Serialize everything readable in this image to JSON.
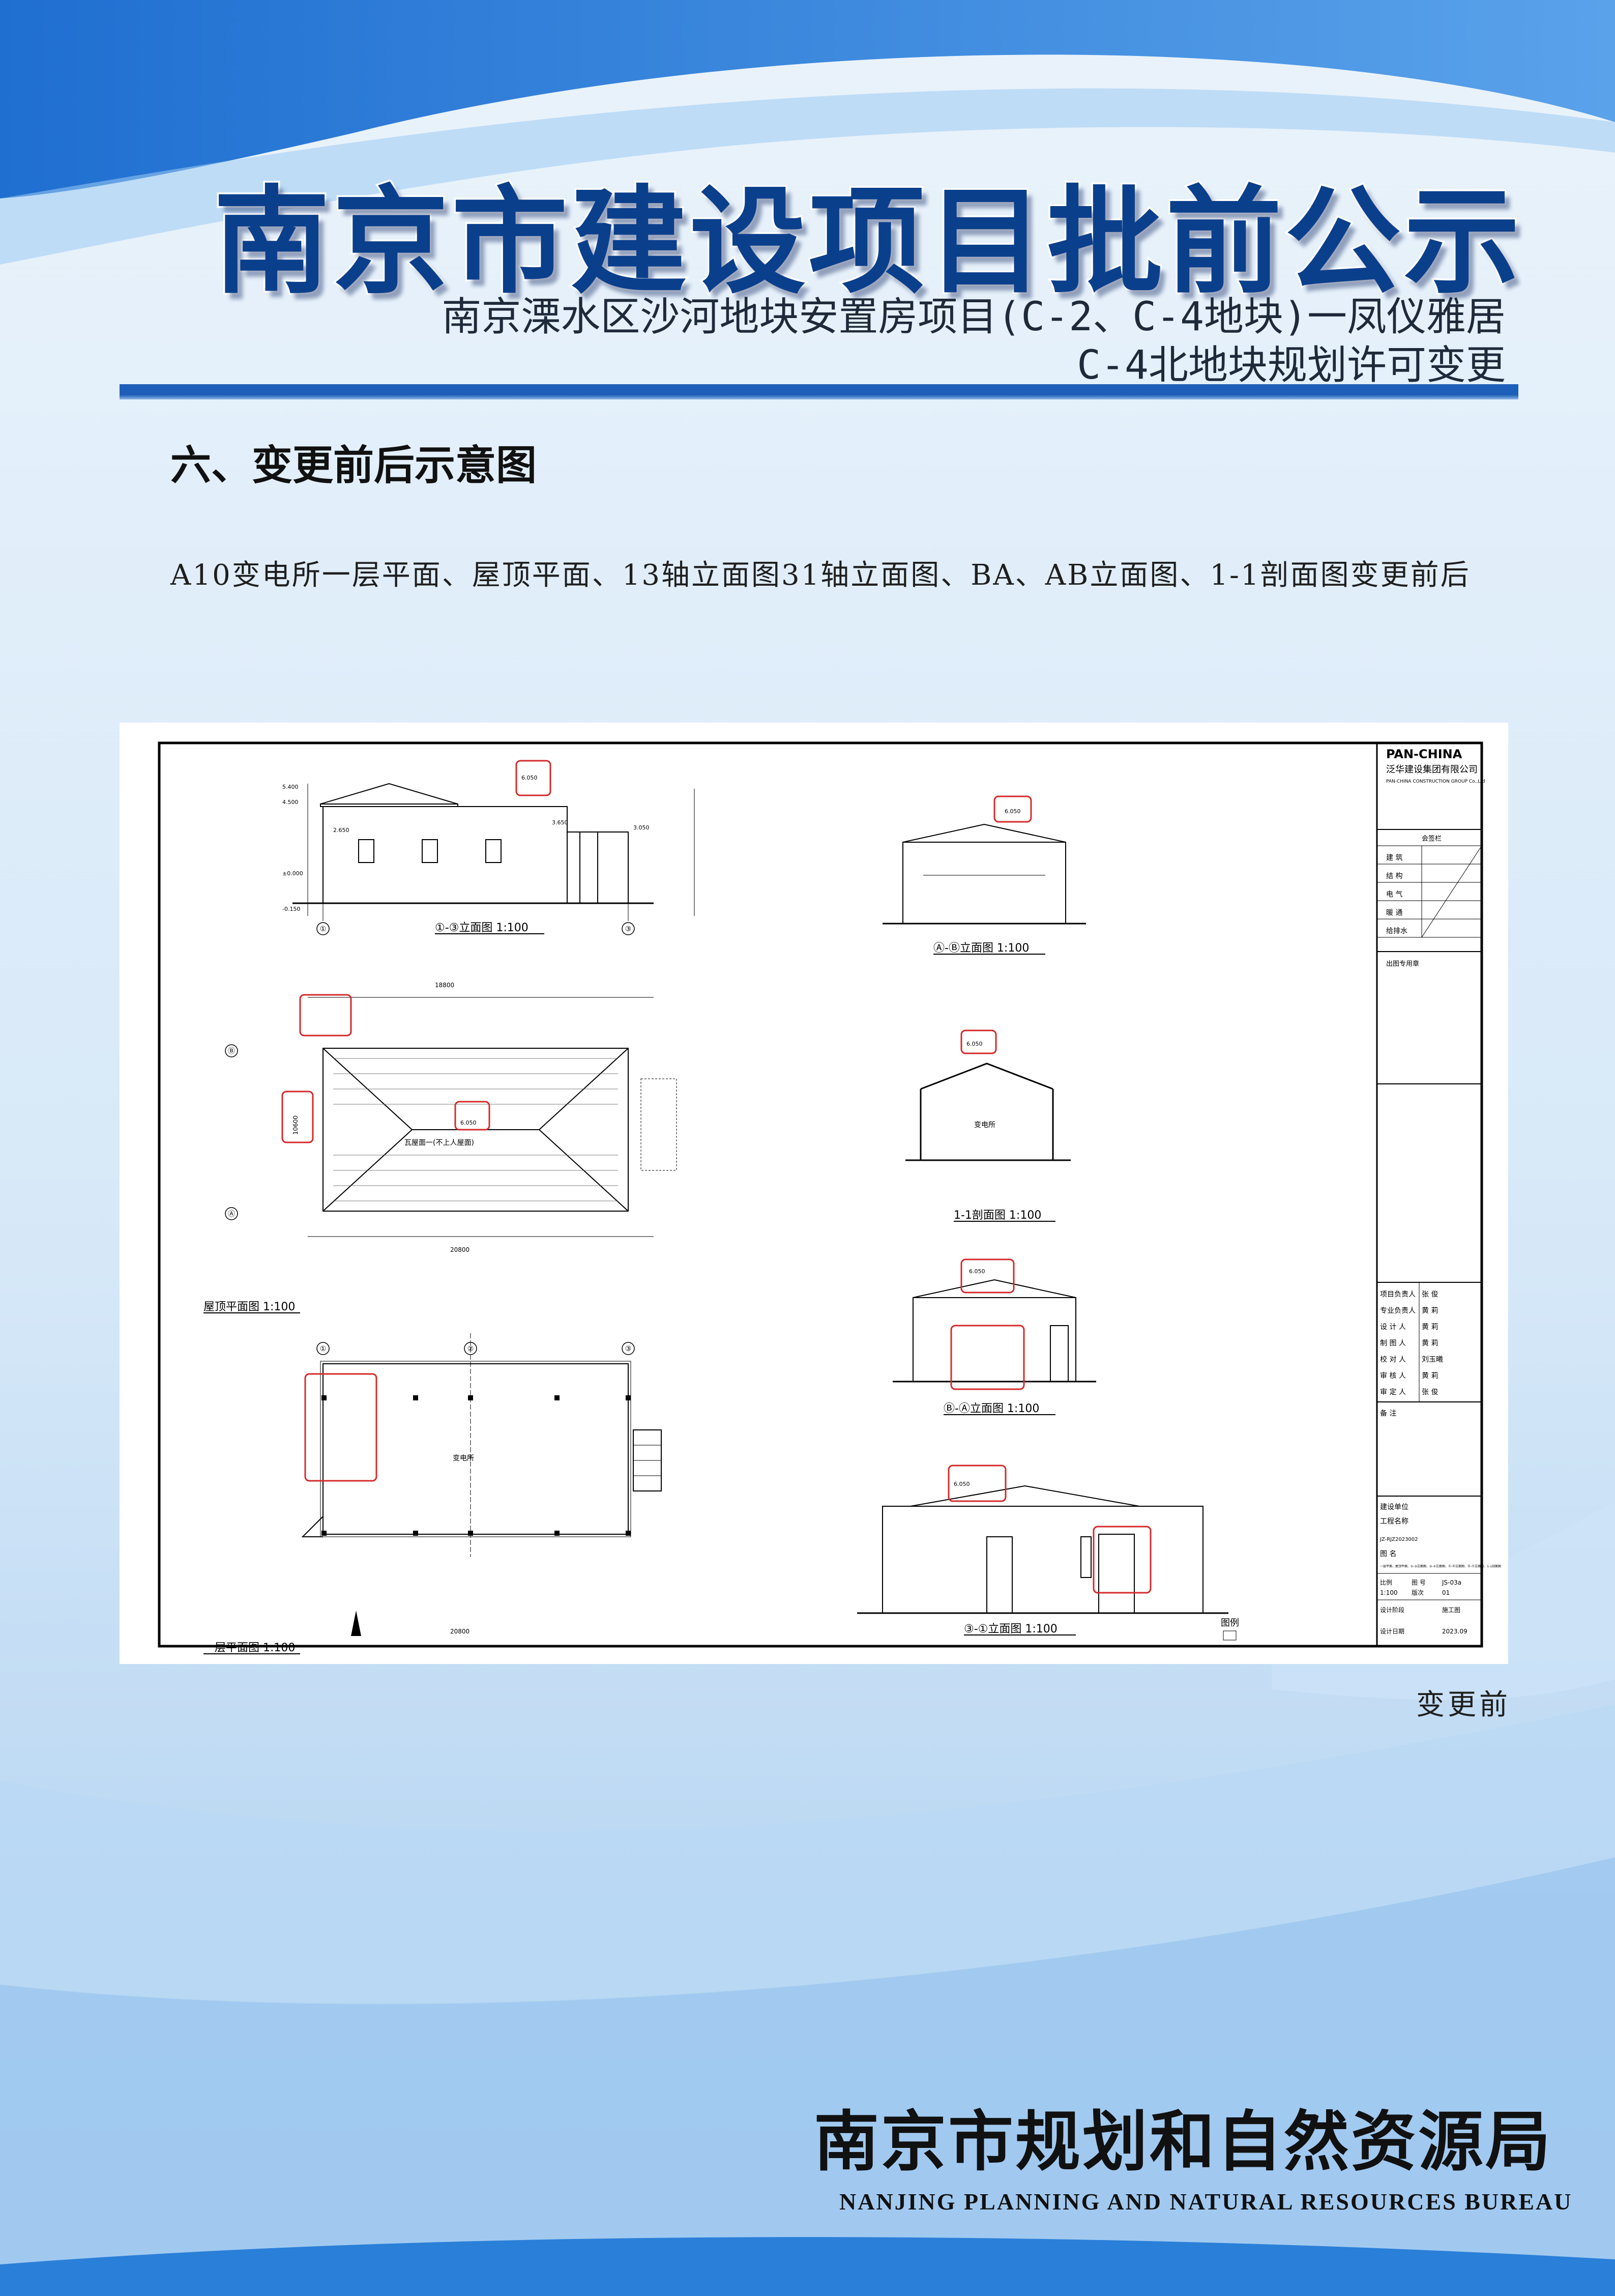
{
  "header": {
    "main_title": "南京市建设项目批前公示",
    "subtitle_line1": "南京溧水区沙河地块安置房项目(C-2、C-4地块)一凤仪雅居",
    "subtitle_line2": "C-4北地块规划许可变更"
  },
  "section": {
    "heading": "六、变更前后示意图",
    "description": "A10变电所一层平面、屋顶平面、13轴立面图31轴立面图、BA、AB立面图、1-1剖面图变更前后"
  },
  "drawing": {
    "titles": {
      "elev_1_3": "①-③立面图 1:100",
      "elev_A_B": "Ⓐ-Ⓑ立面图 1:100",
      "section_1_1": "1-1剖面图 1:100",
      "elev_B_A": "Ⓑ-Ⓐ立面图 1:100",
      "elev_3_1": "③-①立面图 1:100",
      "roof_plan": "屋顶平面图 1:100",
      "floor_plan": "一层平面图 1:100"
    },
    "room_label": "变电所",
    "roof_note": "瓦屋面一(不上人屋面)",
    "dims": {
      "total_width": "20800",
      "inner_width": "18800",
      "depth": "10600",
      "ridge": "6.050",
      "eave": "5.400",
      "eave2": "4.500",
      "level_0": "±0.000",
      "level_neg": "-0.150",
      "top_a": "3.650",
      "top_b": "3.050",
      "top_c": "2.650"
    },
    "axis_labels": [
      "①",
      "②",
      "③",
      "Ⓐ",
      "Ⓑ"
    ],
    "legend_title": "图例",
    "title_block": {
      "company_en": "PAN-CHINA",
      "company_cn": "泛华建设集团有限公司",
      "company_en_full": "PAN-CHINA CONSTRUCTION GROUP Co.,Ltd",
      "sign_title": "会签栏",
      "disciplines": [
        "建 筑",
        "结 构",
        "电 气",
        "暖 通",
        "给排水"
      ],
      "stamp_title": "出图专用章",
      "roles": [
        "项目负责人",
        "专业负责人",
        "设 计 人",
        "制 图 人",
        "校 对 人",
        "审 核 人",
        "审 定 人"
      ],
      "names": [
        "张 俊",
        "黄 莉",
        "黄 莉",
        "黄 莉",
        "刘玉曦",
        "黄 莉",
        "张 俊"
      ],
      "note_label": "备 注",
      "project_label": "建设单位",
      "project_name": "工程名称",
      "drawing_name_label": "图 名",
      "drawing_name": "一层平面、屋顶平面、①-③立面图、③-①立面图、Ⓐ-Ⓑ立面图、Ⓑ-Ⓐ立面图、1-1剖面图",
      "drawing_no_label": "图 号",
      "drawing_no": "JS-03a",
      "scale_label": "比例",
      "scale": "1:100",
      "version_label": "版次",
      "version": "01",
      "stage_label": "设计阶段",
      "stage": "施工图",
      "date_label": "设计日期",
      "date": "2023.09",
      "project_code": "JZ-RJZ2023002"
    }
  },
  "caption": "变更前",
  "footer": {
    "org_name": "南京市规划和自然资源局",
    "org_name_en": "NANJING PLANNING AND NATURAL RESOURCES BUREAU"
  }
}
